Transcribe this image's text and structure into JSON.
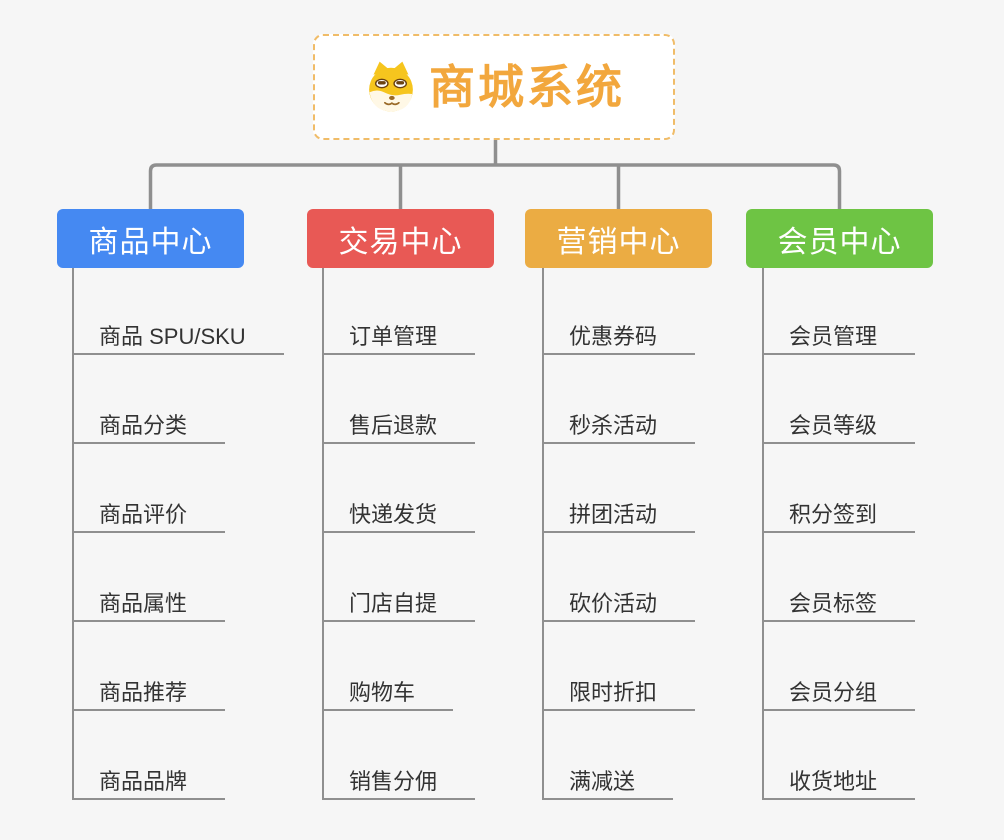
{
  "palette": {
    "connector": "#8F8F8F",
    "root_text": "#F2A73D",
    "root_border": "#F0BC68"
  },
  "root": {
    "title": "商城系统",
    "icon": "doge-icon"
  },
  "branches": [
    {
      "label": "商品中心",
      "color": "#4589F2",
      "items": [
        "商品 SPU/SKU",
        "商品分类",
        "商品评价",
        "商品属性",
        "商品推荐",
        "商品品牌"
      ]
    },
    {
      "label": "交易中心",
      "color": "#E85955",
      "items": [
        "订单管理",
        "售后退款",
        "快递发货",
        "门店自提",
        "购物车",
        "销售分佣"
      ]
    },
    {
      "label": "营销中心",
      "color": "#EBAC43",
      "items": [
        "优惠券码",
        "秒杀活动",
        "拼团活动",
        "砍价活动",
        "限时折扣",
        "满减送"
      ]
    },
    {
      "label": "会员中心",
      "color": "#6EC444",
      "items": [
        "会员管理",
        "会员等级",
        "积分签到",
        "会员标签",
        "会员分组",
        "收货地址"
      ]
    }
  ]
}
